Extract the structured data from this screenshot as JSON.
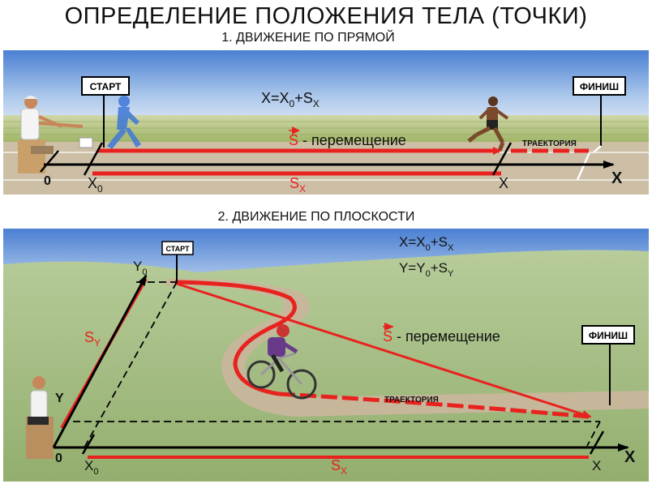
{
  "title": "ОПРЕДЕЛЕНИЕ ПОЛОЖЕНИЯ ТЕЛА (ТОЧКИ)",
  "section1": {
    "heading": "1. ДВИЖЕНИЕ ПО ПРЯМОЙ",
    "start_sign": "СТАРТ",
    "finish_sign": "ФИНИШ",
    "formula": {
      "lhs": "X=X",
      "sub0": "0",
      "plus": "+S",
      "subx": "X"
    },
    "displacement_vec": "S",
    "displacement_label": " - перемещение",
    "trajectory_label": "ТРАЕКТОРИЯ",
    "origin": "0",
    "x0": {
      "main": "X",
      "sub": "0"
    },
    "sx": {
      "main": "S",
      "sub": "X"
    },
    "x_end": "X",
    "axis_label": "X"
  },
  "section2": {
    "heading": "2. ДВИЖЕНИЕ ПО ПЛОСКОСТИ",
    "start_sign": "СТАРТ",
    "finish_sign": "ФИНИШ",
    "formula_x": {
      "lhs": "X=X",
      "sub0": "0",
      "plus": "+S",
      "subx": "X"
    },
    "formula_y": {
      "lhs": "Y=Y",
      "sub0": "0",
      "plus": "+S",
      "suby": "Y"
    },
    "displacement_vec": "S",
    "displacement_label": " - перемещение",
    "trajectory_label": "ТРАЕКТОРИЯ",
    "origin": "0",
    "y0": {
      "main": "Y",
      "sub": "0"
    },
    "sy": {
      "main": "S",
      "sub": "Y"
    },
    "x0": {
      "main": "X",
      "sub": "0"
    },
    "sx": {
      "main": "S",
      "sub": "X"
    },
    "x_end": "X",
    "axis_x_label": "X",
    "axis_y_label": "Y"
  },
  "colors": {
    "red": "#e8221e",
    "sky_top": "#4f86d6",
    "grass": "#a3bd80",
    "track": "#c7b79a"
  }
}
